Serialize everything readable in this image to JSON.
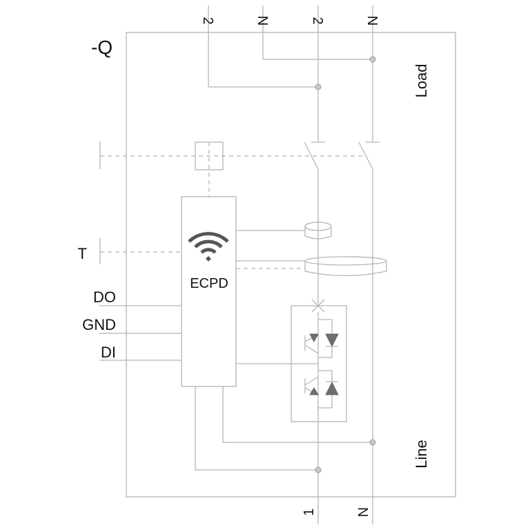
{
  "diagram": {
    "designation": "-Q",
    "top_terminals": [
      "2",
      "N",
      "2",
      "N"
    ],
    "bottom_terminals": [
      "1",
      "N"
    ],
    "side_labels": {
      "top": "Load",
      "bottom": "Line"
    },
    "left_signals": [
      "T",
      "DO",
      "GND",
      "DI"
    ],
    "module_label": "ECPD",
    "module_icon": "wifi-icon",
    "colors": {
      "line": "#b4b4b4",
      "text": "#111111",
      "semiconductor": "#6e6e6e"
    }
  }
}
